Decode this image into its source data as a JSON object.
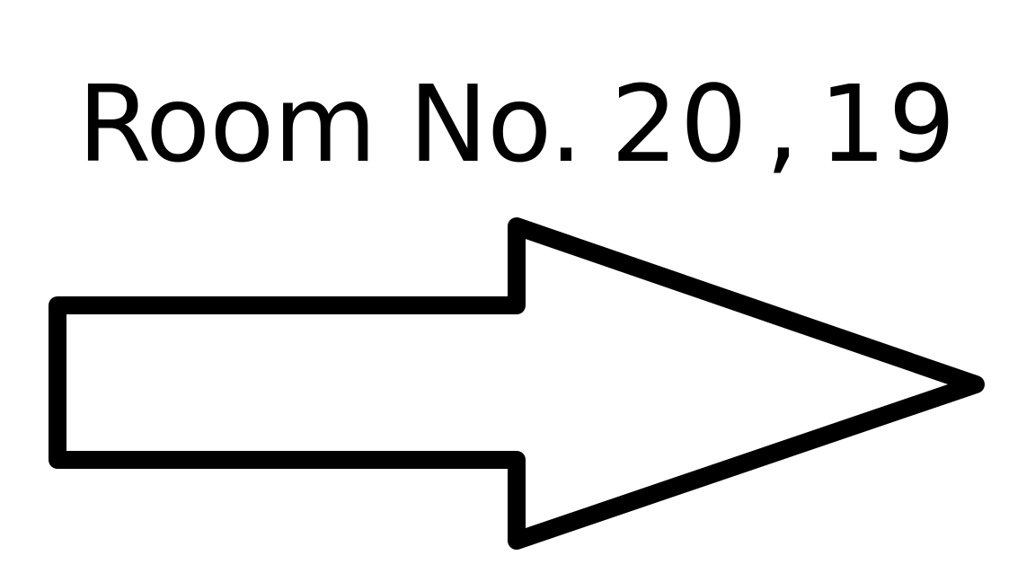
{
  "sign": {
    "label_prefix": "Room No.",
    "room_a": "20",
    "separator": ",",
    "room_b": "19",
    "arrow_direction": "right",
    "arrow_icon": "right-arrow-icon",
    "colors": {
      "background": "#ffffff",
      "ink": "#000000"
    }
  }
}
